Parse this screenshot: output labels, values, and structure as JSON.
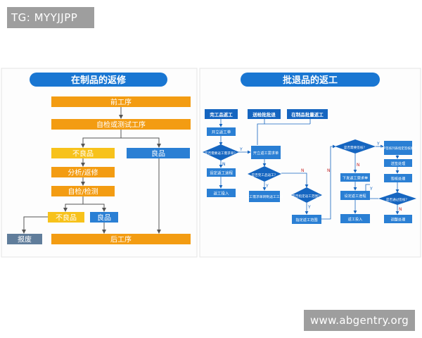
{
  "tag_label": "TG: MYYJJPP",
  "watermark": "www.abgentry.org",
  "colors": {
    "panel_title_bg": "#1976d2",
    "orange": "#f39c12",
    "yellow": "#f7c21b",
    "blue": "#2a7fd4",
    "gray": "#607d9b",
    "dark_blue": "#1565c0"
  },
  "left_panel": {
    "title": "在制品的返修",
    "boxes": {
      "prev_process": "前工序",
      "self_inspect_test": "自检或测试工序",
      "defective": "不良品",
      "good": "良品",
      "analysis_repair": "分析/返修",
      "self_inspect_check": "自检/检测",
      "defective_2": "不良品",
      "good_2": "良品",
      "scrap": "报废",
      "next_process": "后工序"
    }
  },
  "right_panel": {
    "title": "批退品的返工",
    "boxes": {
      "finished_rework": "完工品返工",
      "inspect_reject": "送检批批退",
      "wip_batch_rework": "在制品批量返工",
      "open_rework_order": "开立返工单",
      "need_rework_req": "是否需要返工需求单？",
      "open_rework_req": "开立返工需求单",
      "set_rework_flow": "设定返工途程",
      "wip_rework": "是否完工品返工？",
      "rework_input": "返工投入",
      "rework_req_to_order": "返工需求单转制返工工单",
      "specify_range": "是否指定返工范围？",
      "specify_rework_range": "指定返工范围",
      "need_review": "是否需要签核？",
      "maintain_review_list": "维护签核列表指定签核顺序",
      "send_review": "送签处理",
      "review_process": "签核处理",
      "issue_rework_order": "下发返工需求单",
      "set_rework_flow_2": "设定返工途程",
      "rework_input_2": "返工投入",
      "passed_review": "是否通过签核？",
      "adjust_process": "调整处理"
    },
    "flags": {
      "y": "Y",
      "n": "N"
    }
  }
}
